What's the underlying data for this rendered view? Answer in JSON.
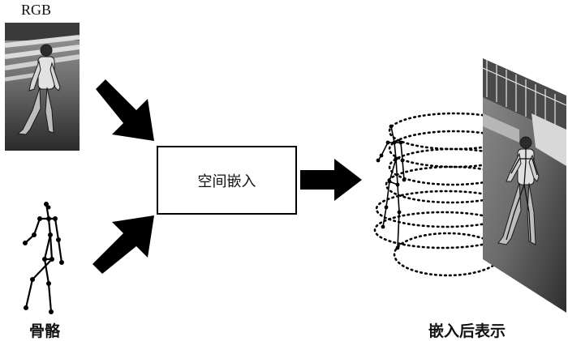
{
  "inputs": {
    "rgb_label": "RGB",
    "skeleton_label": "骨骼"
  },
  "module": {
    "label": "空间嵌入"
  },
  "output": {
    "label": "嵌入后表示"
  },
  "colors": {
    "stroke": "#000000",
    "background": "#ffffff"
  }
}
